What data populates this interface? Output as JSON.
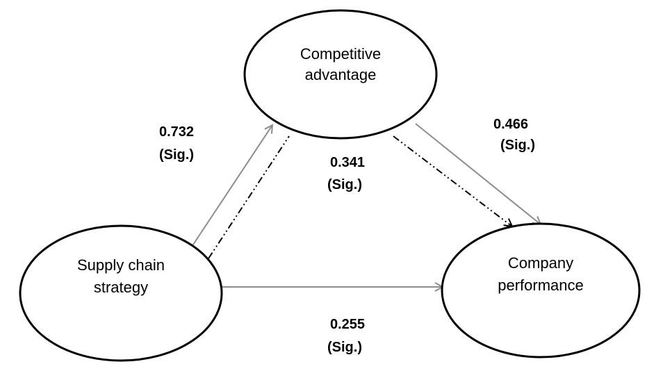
{
  "nodes": {
    "competitive_advantage": {
      "line1": "Competitive",
      "line2": "advantage"
    },
    "supply_chain_strategy": {
      "line1": "Supply chain",
      "line2": "strategy"
    },
    "company_performance": {
      "line1": "Company",
      "line2": "performance"
    }
  },
  "paths": {
    "scs_to_ca": {
      "value": "0.732",
      "sig": "(Sig.)"
    },
    "ca_to_cp": {
      "value": "0.466",
      "sig": "(Sig.)"
    },
    "indirect": {
      "value": "0.341",
      "sig": "(Sig.)"
    },
    "scs_to_cp": {
      "value": "0.255",
      "sig": "(Sig.)"
    }
  }
}
